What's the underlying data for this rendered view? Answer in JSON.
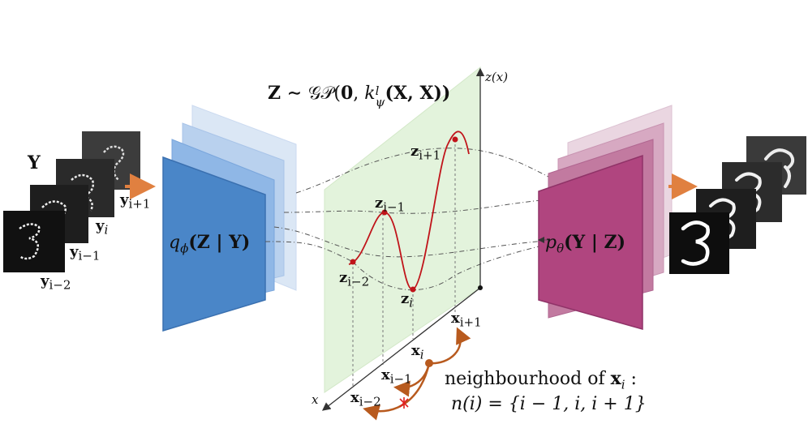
{
  "inputs": {
    "set_label": "Y",
    "frames": [
      {
        "label": "y",
        "sub": "i+1"
      },
      {
        "label": "y",
        "sub": "i"
      },
      {
        "label": "y",
        "sub": "i−1"
      },
      {
        "label": "y",
        "sub": "i−2"
      }
    ]
  },
  "encoder": {
    "label": "q",
    "sub": "ϕ",
    "expr": "(Z | Y)",
    "color": "#4a86c8"
  },
  "prior": {
    "lhs": "Z ∼ ",
    "gp": "𝒢𝒫",
    "args_open": "(",
    "zero": "0",
    "comma": ", ",
    "kernel": "k",
    "kernel_sup": "l",
    "kernel_sub": "ψ",
    "kernel_args": "(X, X))"
  },
  "axes": {
    "z_label": "z(x)",
    "x_label": "x"
  },
  "latents": [
    {
      "label": "z",
      "sub": "i+1"
    },
    {
      "label": "z",
      "sub": "i−1"
    },
    {
      "label": "z",
      "sub": "i−2"
    },
    {
      "label": "z",
      "sub": "i"
    }
  ],
  "inputs_x": [
    {
      "label": "x",
      "sub": "i+1"
    },
    {
      "label": "x",
      "sub": "i"
    },
    {
      "label": "x",
      "sub": "i−1"
    },
    {
      "label": "x",
      "sub": "i−2"
    }
  ],
  "decoder": {
    "label": "p",
    "sub": "θ",
    "expr": "(Y | Z)",
    "color": "#b0457f"
  },
  "neighbourhood": {
    "line1": "neighbourhood of ",
    "line1_var": "x",
    "line1_sub": "i",
    "line1_end": " :",
    "line2": "n(i) = {i − 1, i, i + 1}"
  },
  "colors": {
    "curve": "#c0141a",
    "arrow": "#b85a1e",
    "plane": "#e3f3dc"
  }
}
